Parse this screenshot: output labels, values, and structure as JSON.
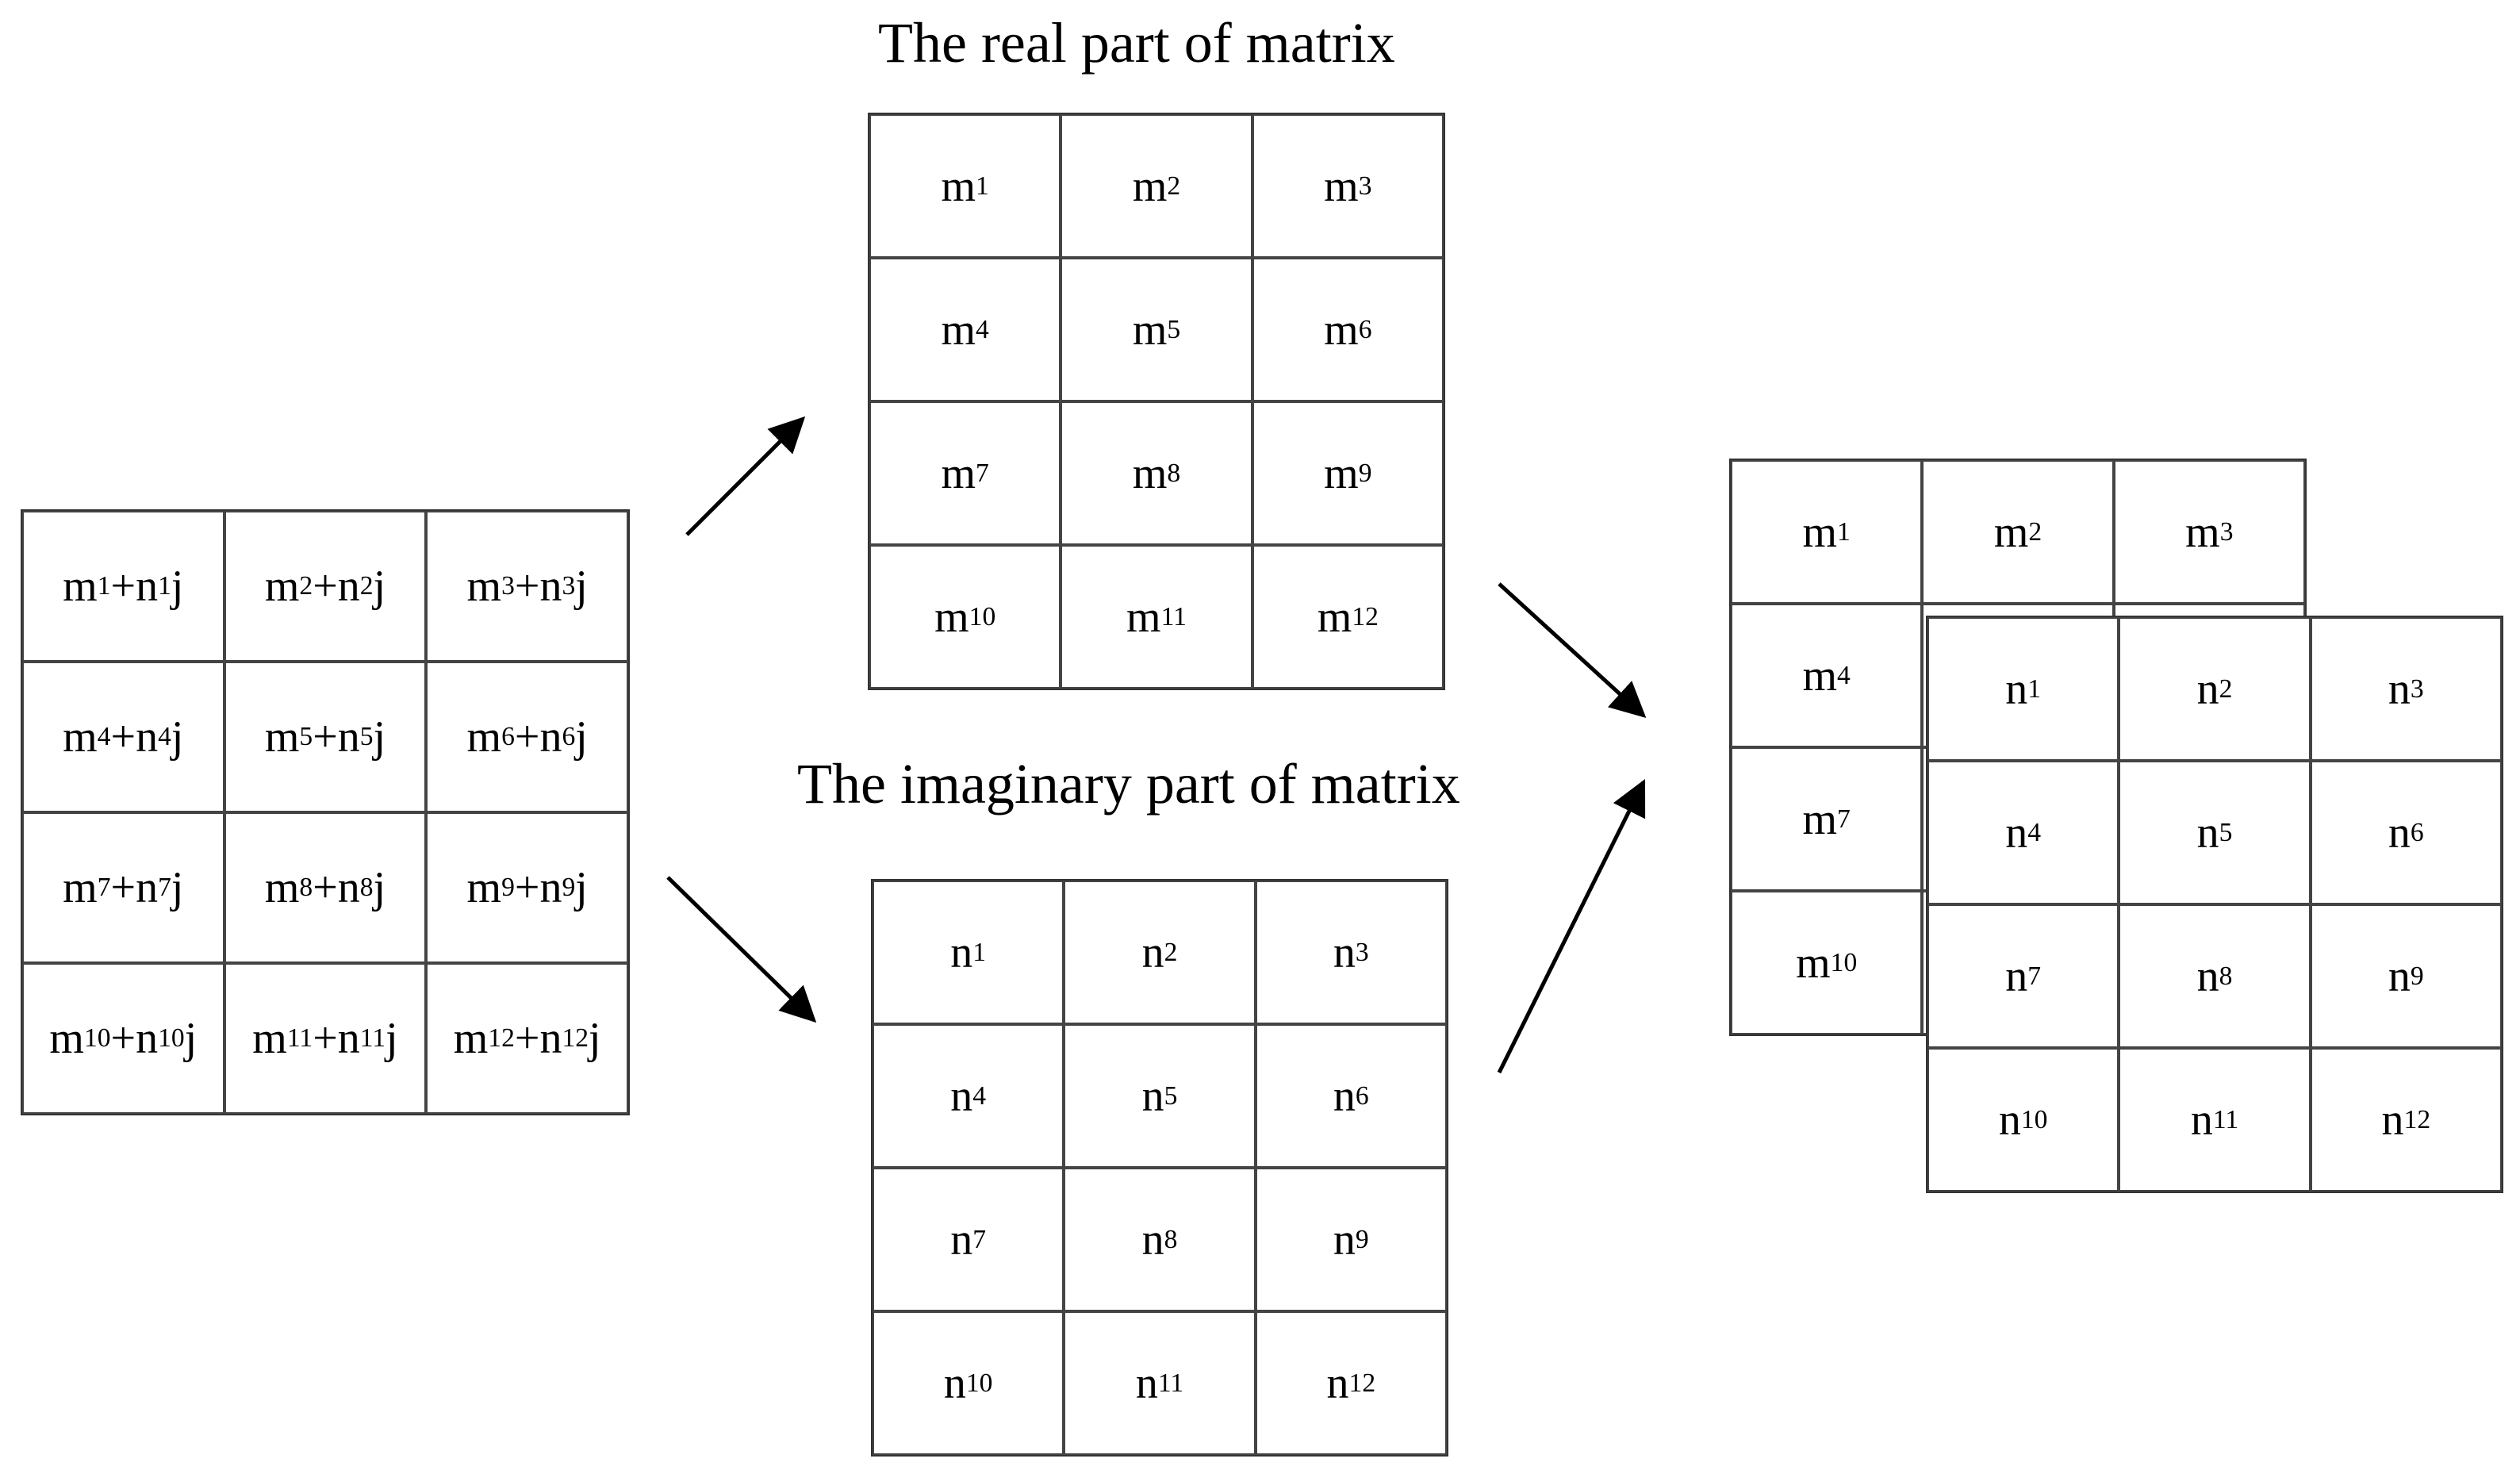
{
  "titles": {
    "real": "The real part of matrix",
    "imag": "The imaginary part of matrix"
  },
  "complex_matrix": [
    [
      {
        "m": "m",
        "ms": "1",
        "n": "n",
        "ns": "1"
      },
      {
        "m": "m",
        "ms": "2",
        "n": "n",
        "ns": "2"
      },
      {
        "m": "m",
        "ms": "3",
        "n": "n",
        "ns": "3"
      }
    ],
    [
      {
        "m": "m",
        "ms": "4",
        "n": "n",
        "ns": "4"
      },
      {
        "m": "m",
        "ms": "5",
        "n": "n",
        "ns": "5"
      },
      {
        "m": "m",
        "ms": "6",
        "n": "n",
        "ns": "6"
      }
    ],
    [
      {
        "m": "m",
        "ms": "7",
        "n": "n",
        "ns": "7"
      },
      {
        "m": "m",
        "ms": "8",
        "n": "n",
        "ns": "8"
      },
      {
        "m": "m",
        "ms": "9",
        "n": "n",
        "ns": "9"
      }
    ],
    [
      {
        "m": "m",
        "ms": "10",
        "n": "n",
        "ns": "10"
      },
      {
        "m": "m",
        "ms": "11",
        "n": "n",
        "ns": "11"
      },
      {
        "m": "m",
        "ms": "12",
        "n": "n",
        "ns": "12"
      }
    ]
  ],
  "complex_plus": "+",
  "complex_suffix": "j",
  "real_matrix": [
    [
      {
        "b": "m",
        "s": "1"
      },
      {
        "b": "m",
        "s": "2"
      },
      {
        "b": "m",
        "s": "3"
      }
    ],
    [
      {
        "b": "m",
        "s": "4"
      },
      {
        "b": "m",
        "s": "5"
      },
      {
        "b": "m",
        "s": "6"
      }
    ],
    [
      {
        "b": "m",
        "s": "7"
      },
      {
        "b": "m",
        "s": "8"
      },
      {
        "b": "m",
        "s": "9"
      }
    ],
    [
      {
        "b": "m",
        "s": "10"
      },
      {
        "b": "m",
        "s": "11"
      },
      {
        "b": "m",
        "s": "12"
      }
    ]
  ],
  "imag_matrix": [
    [
      {
        "b": "n",
        "s": "1"
      },
      {
        "b": "n",
        "s": "2"
      },
      {
        "b": "n",
        "s": "3"
      }
    ],
    [
      {
        "b": "n",
        "s": "4"
      },
      {
        "b": "n",
        "s": "5"
      },
      {
        "b": "n",
        "s": "6"
      }
    ],
    [
      {
        "b": "n",
        "s": "7"
      },
      {
        "b": "n",
        "s": "8"
      },
      {
        "b": "n",
        "s": "9"
      }
    ],
    [
      {
        "b": "n",
        "s": "10"
      },
      {
        "b": "n",
        "s": "11"
      },
      {
        "b": "n",
        "s": "12"
      }
    ]
  ],
  "stacked_real": [
    [
      {
        "b": "m",
        "s": "1"
      },
      {
        "b": "m",
        "s": "2"
      },
      {
        "b": "m",
        "s": "3"
      }
    ],
    [
      {
        "b": "m",
        "s": "4"
      },
      {
        "b": "",
        "s": ""
      },
      {
        "b": "",
        "s": ""
      }
    ],
    [
      {
        "b": "m",
        "s": "7"
      },
      {
        "b": "",
        "s": ""
      },
      {
        "b": "",
        "s": ""
      }
    ],
    [
      {
        "b": "m",
        "s": "10"
      },
      {
        "b": "",
        "s": ""
      },
      {
        "b": "",
        "s": ""
      }
    ]
  ],
  "stacked_imag": [
    [
      {
        "b": "n",
        "s": "1"
      },
      {
        "b": "n",
        "s": "2"
      },
      {
        "b": "n",
        "s": "3"
      }
    ],
    [
      {
        "b": "n",
        "s": "4"
      },
      {
        "b": "n",
        "s": "5"
      },
      {
        "b": "n",
        "s": "6"
      }
    ],
    [
      {
        "b": "n",
        "s": "7"
      },
      {
        "b": "n",
        "s": "8"
      },
      {
        "b": "n",
        "s": "9"
      }
    ],
    [
      {
        "b": "n",
        "s": "10"
      },
      {
        "b": "n",
        "s": "11"
      },
      {
        "b": "n",
        "s": "12"
      }
    ]
  ],
  "colors": {
    "line": "#000000",
    "cell_border": "#444444"
  }
}
